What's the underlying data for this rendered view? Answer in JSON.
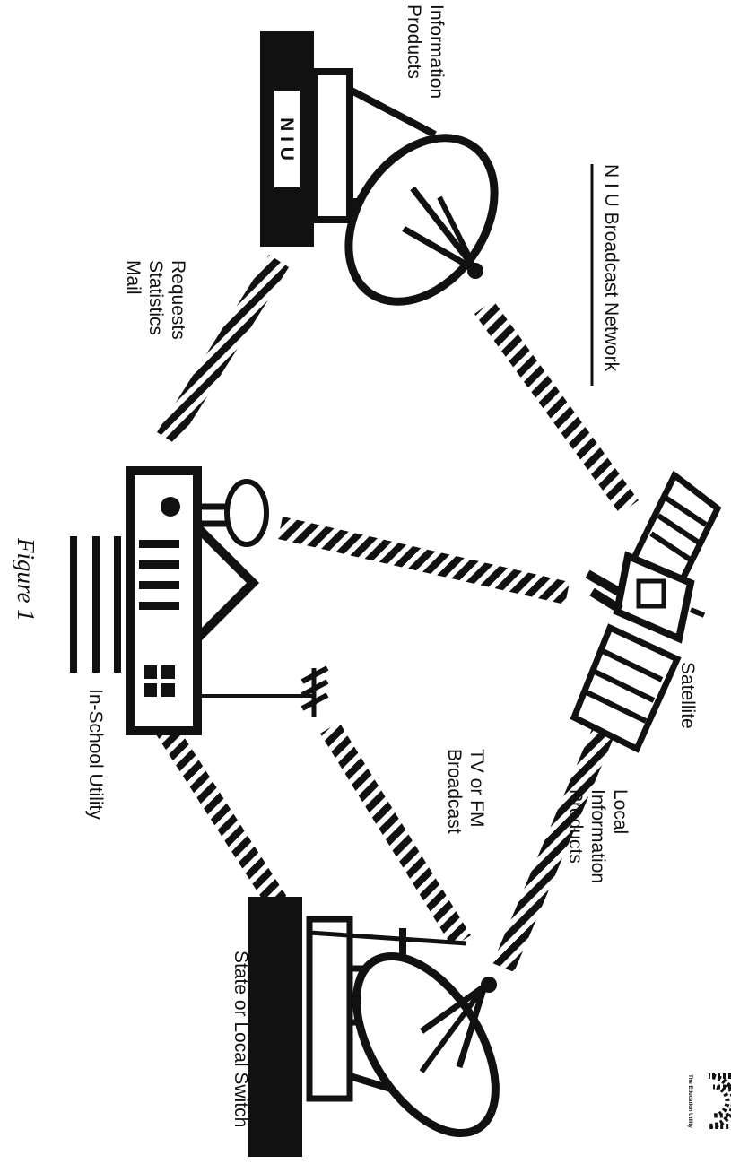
{
  "labels": {
    "information_products": [
      "Information",
      "Products"
    ],
    "niu_box": "N I U",
    "broadcast_network": "N I U Broadcast Network",
    "requests": [
      "Requests",
      "Statistics",
      "Mail"
    ],
    "satellite": "Satellite",
    "figure_caption": "Figure 1",
    "in_school_utility": "In-School Utility",
    "tv_fm": [
      "TV or FM",
      "Broadcast"
    ],
    "local_products": [
      "Local",
      "Information",
      "Products"
    ],
    "state_switch": "State or Local Switch",
    "logo_text": "The Education Utility"
  },
  "icons": [
    "satellite-dish-icon",
    "satellite-icon",
    "school-building-icon",
    "tv-antenna-icon",
    "radio-tower-icon"
  ],
  "colors": {
    "ink": "#111111",
    "paper": "#ffffff"
  }
}
